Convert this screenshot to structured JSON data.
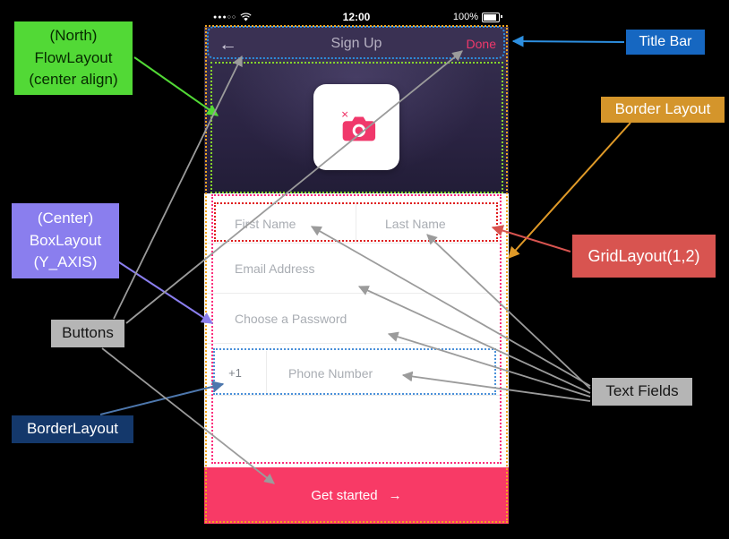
{
  "phone": {
    "status_bar": {
      "signal_dots": "●●●○○",
      "time": "12:00",
      "battery_pct": "100%"
    },
    "title_bar": {
      "back_icon": "←",
      "title": "Sign Up",
      "done_label": "Done"
    },
    "form": {
      "first_name_placeholder": "First Name",
      "last_name_placeholder": "Last Name",
      "email_placeholder": "Email Address",
      "password_placeholder": "Choose a Password",
      "country_code": "+1",
      "phone_placeholder": "Phone Number"
    },
    "cta": {
      "label": "Get started",
      "arrow_icon": "→"
    }
  },
  "annotations": {
    "flow_layout": {
      "line1": "(North)",
      "line2": "FlowLayout",
      "line3": "(center align)"
    },
    "title_bar_label": "Title Bar",
    "border_layout_top": "Border Layout",
    "box_layout": {
      "line1": "(Center)",
      "line2": "BoxLayout",
      "line3": "(Y_AXIS)"
    },
    "grid_layout": "GridLayout(1,2)",
    "buttons": "Buttons",
    "text_fields": "Text Fields",
    "border_layout_bottom": "BorderLayout"
  },
  "colors": {
    "annotation_green": "#52d936",
    "annotation_blue": "#1667c1",
    "annotation_gold": "#d4952b",
    "annotation_purple": "#8a7eee",
    "annotation_red": "#d85450",
    "annotation_gray": "#b5b5b5",
    "annotation_navy": "#14386b",
    "app_pink": "#f83a66",
    "app_titlebar": "#3a3153"
  }
}
